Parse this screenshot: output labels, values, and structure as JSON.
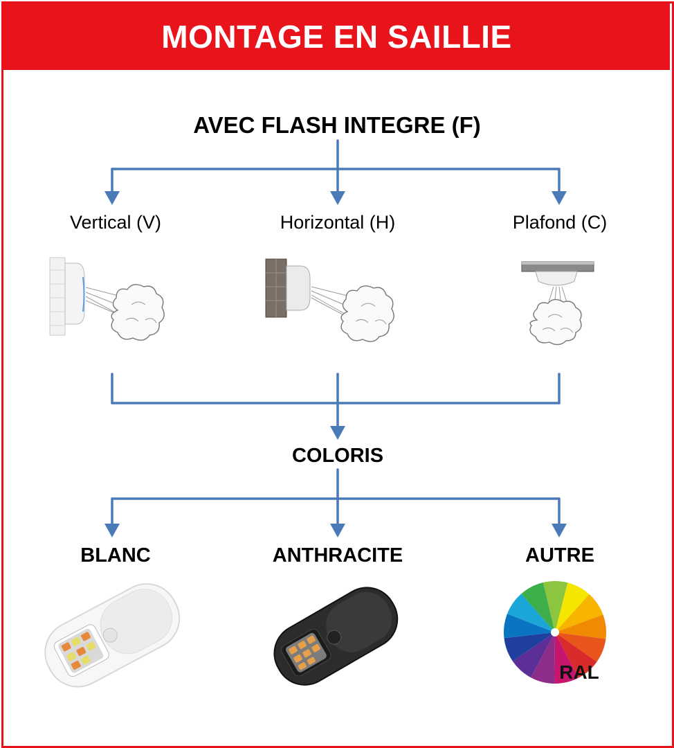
{
  "header": {
    "title": "MONTAGE EN SAILLIE"
  },
  "root": {
    "label": "AVEC FLASH INTEGRE (F)"
  },
  "mountings": [
    {
      "label": "Vertical (V)",
      "icon": "wall-mounted-vertical-smoke-icon"
    },
    {
      "label": "Horizontal (H)",
      "icon": "wall-mounted-horizontal-smoke-icon"
    },
    {
      "label": "Plafond (C)",
      "icon": "ceiling-mounted-smoke-icon"
    }
  ],
  "middle": {
    "label": "COLORIS"
  },
  "colors": [
    {
      "label": "BLANC",
      "icon": "white-device-icon"
    },
    {
      "label": "ANTHRACITE",
      "icon": "anthracite-device-icon"
    },
    {
      "label": "AUTRE",
      "icon": "ral-color-wheel-icon"
    }
  ],
  "ral_wheel": {
    "text": "RAL"
  },
  "style": {
    "accent": "#e8131b",
    "arrow_color": "#4a7ab8"
  }
}
